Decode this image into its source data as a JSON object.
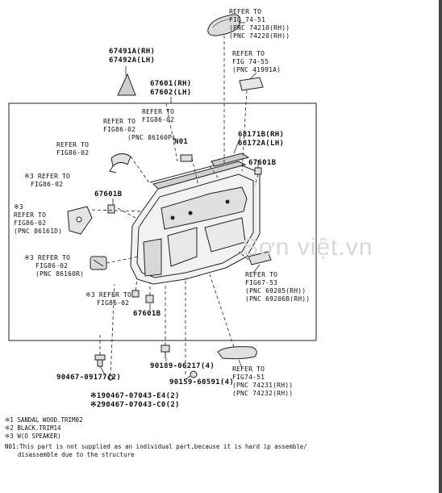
{
  "watermark": "Sơn việt.vn",
  "labels": {
    "ref_74_51_top": [
      "REFER TO",
      "FIG 74-51",
      "(PNC 74210(RH))",
      "(PNC 74220(RH))"
    ],
    "ref_74_55": [
      "REFER TO",
      "FIG 74-55",
      "(PNC 41991A)"
    ],
    "p67491a": [
      "67491A(RH)",
      "67492A(LH)"
    ],
    "p67601": [
      "67601(RH)",
      "67602(LH)"
    ],
    "ref_86160p": [
      "REFER TO",
      "FIG86-02"
    ],
    "ref_86_02_a": [
      "REFER TO",
      "FIG86-02",
      "(PNC 86160P)"
    ],
    "ref_86_02_b": [
      "REFER TO",
      "FIG86-02"
    ],
    "n01": "N01",
    "p68171b": [
      "68171B(RH)",
      "68172A(LH)"
    ],
    "p67601b": "67601B",
    "ref_86_02_c": [
      "※3 REFER TO",
      "FIG86-02"
    ],
    "ref_86161d": [
      "※3",
      "REFER TO",
      "FIG86-02",
      "(PNC 86161D)"
    ],
    "ref_86160r": [
      "※3 REFER TO",
      "FIG86-02",
      "(PNC 86160R)"
    ],
    "ref_67_53": [
      "REFER TO",
      "FIG67-53",
      "(PNC 69205(RH))",
      "(PNC 69206B(RH))"
    ],
    "ref_86_02_d": [
      "※3 REFER TO",
      "FIG86-02"
    ],
    "ref_74_51_bottom": [
      "REFER TO",
      "FIG74-51",
      "(PNC 74231(RH))",
      "(PNC 74232(RH))"
    ],
    "p90189": "90189-06217(4)",
    "p90467_09177": "90467-09177(2)",
    "p90159": "90159-60591(4)",
    "p90467_07043": [
      "※190467-07043-E4(2)",
      "※290467-07043-C0(2)"
    ]
  },
  "notes": {
    "n1": "※1 SANDAL WOOD.TRIM02",
    "n2": "※2 BLACK.TRIM14",
    "n3": "※3 W(O SPEAKER)",
    "n01": [
      "N01:This part is not supplied as an individual part,because it is hard ip assemble/",
      "disassemble due to the structure"
    ]
  }
}
